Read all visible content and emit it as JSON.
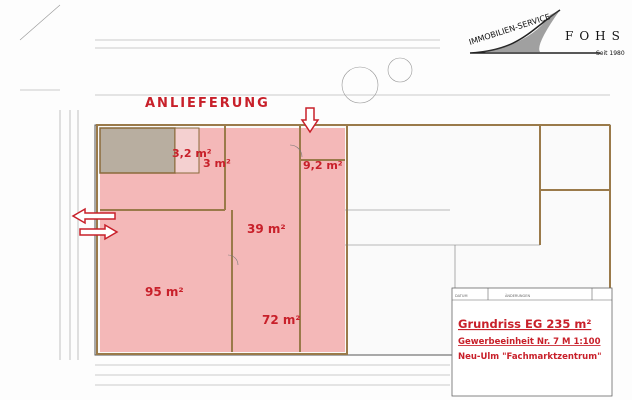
{
  "logo": {
    "text": "IMMOBILIEN-SERVICE",
    "brand": "FOHS",
    "since": "Seit 1980"
  },
  "plan": {
    "delivery_label": "ANLIEFERUNG",
    "areas": [
      "3,2 m²",
      "3 m²",
      "9,2 m²",
      "39 m²",
      "95 m²",
      "72 m²"
    ],
    "highlight_color": "#f4b8b8",
    "annotation_color": "#c8202a"
  },
  "title_block": {
    "col_date": "DATUM",
    "col_changes": "ÄNDERUNGEN",
    "title": "Grundriss EG 235 m²",
    "subtitle": "Gewerbeeinheit Nr. 7 M 1:100",
    "location": "Neu-Ulm \"Fachmarktzentrum\""
  }
}
